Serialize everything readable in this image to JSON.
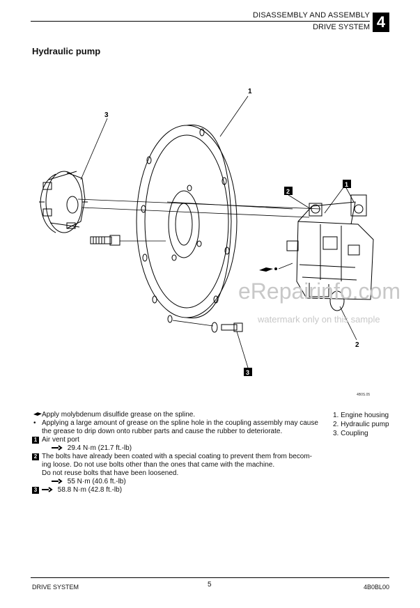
{
  "header": {
    "section": "DISASSEMBLY AND ASSEMBLY",
    "subsection": "DRIVE SYSTEM",
    "chapter": "4"
  },
  "title": "Hydraulic pump",
  "diagram": {
    "callouts": [
      "1",
      "2",
      "3"
    ],
    "boxed_labels": [
      "1",
      "2",
      "3"
    ],
    "code": "4B0S.05"
  },
  "watermark": {
    "main": "eRepairinfo.com",
    "sub": "watermark only on this sample"
  },
  "notes": {
    "grease": "Apply molybdenum disulfide grease on the spline.",
    "caution_1": "Applying a large amount of grease on the spline hole in the coupling assembly may cause",
    "caution_2": "the grease to drip down onto rubber parts and cause the rubber to deteriorate.",
    "n1_title": "Air vent port",
    "n1_torque": "29.4 N·m (21.7 ft.-lb)",
    "n2_1": "The bolts have already been coated with a special coating to prevent them from becom-",
    "n2_2": "ing loose. Do not use bolts other than the ones that came with the machine.",
    "n2_3": "Do not reuse bolts that have been loosened.",
    "n2_torque": "55 N·m (40.6 ft.-lb)",
    "n3_torque": "58.8 N·m (42.8 ft.-lb)"
  },
  "legend": [
    "1. Engine housing",
    "2. Hydraulic pump",
    "3. Coupling"
  ],
  "footer": {
    "left": "DRIVE SYSTEM",
    "page": "5",
    "right": "4B0BL00"
  },
  "icons": [
    "grease-icon",
    "wrench-icon"
  ]
}
